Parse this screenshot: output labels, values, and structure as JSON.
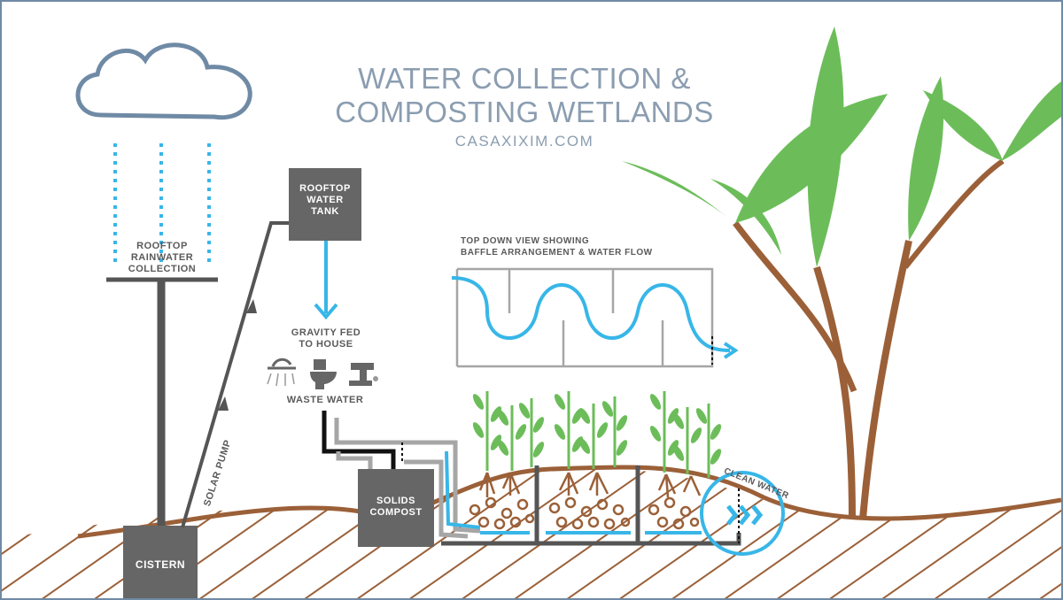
{
  "title": {
    "line1": "WATER COLLECTION &",
    "line2": "COMPOSTING WETLANDS"
  },
  "website": "CASAXIXIM.COM",
  "labels": {
    "rainwater_l1": "ROOFTOP",
    "rainwater_l2": "RAINWATER",
    "rainwater_l3": "COLLECTION",
    "tank_l1": "ROOFTOP",
    "tank_l2": "WATER",
    "tank_l3": "TANK",
    "gravity_l1": "GRAVITY FED",
    "gravity_l2": "TO HOUSE",
    "waste_water": "WASTE WATER",
    "solar_pump": "SOLAR PUMP",
    "cistern": "CISTERN",
    "solids_l1": "SOLIDS",
    "solids_l2": "COMPOST",
    "topdown_l1": "TOP DOWN VIEW SHOWING",
    "topdown_l2": "BAFFLE ARRANGEMENT & WATER FLOW",
    "clean_water": "CLEAN WATER"
  },
  "icons": [
    "cloud-icon",
    "shower-icon",
    "toilet-icon",
    "faucet-icon",
    "plant-icon",
    "tree-icon"
  ],
  "colors": {
    "water": "#38b6e8",
    "pipe": "#555555",
    "soil": "#9b6038",
    "plant": "#6cbd5a",
    "gray_pipe": "#a6a6a6",
    "title": "#8b9db0",
    "cloud": "#6f8aa5"
  }
}
